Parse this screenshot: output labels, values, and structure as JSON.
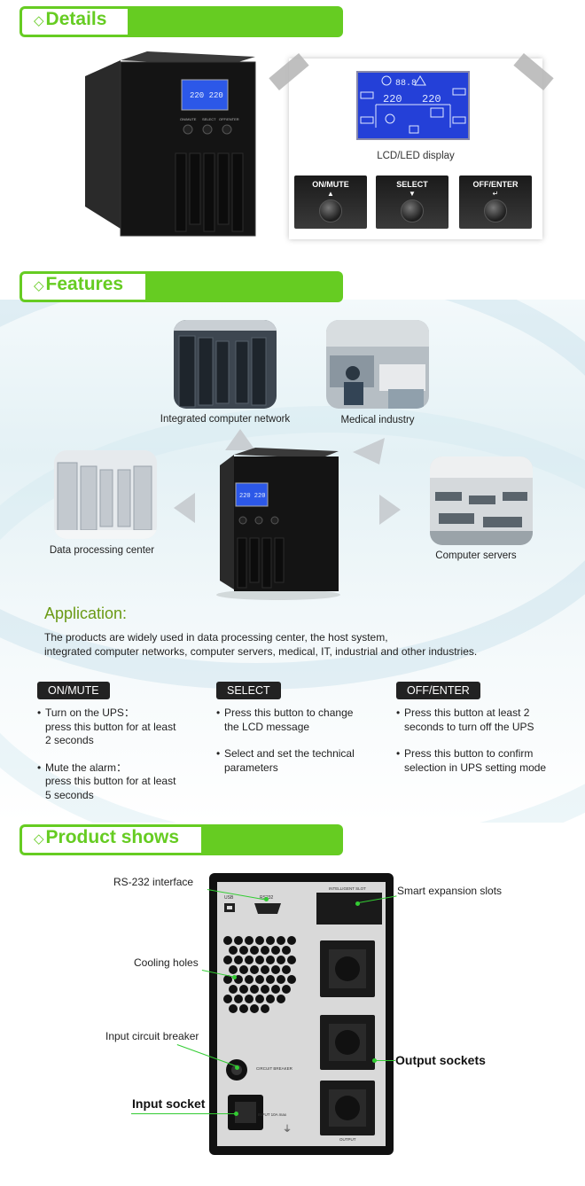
{
  "sections": {
    "details": "Details",
    "features": "Features",
    "product_shows": "Product shows"
  },
  "details": {
    "lcd_caption": "LCD/LED display",
    "buttons": [
      {
        "label": "ON/MUTE",
        "arrow": "▲"
      },
      {
        "label": "SELECT",
        "arrow": "▼"
      },
      {
        "label": "OFF/ENTER",
        "arrow": "↵"
      }
    ],
    "lcd_readout": {
      "left": "220",
      "right": "220",
      "top": "88.8"
    },
    "front_labels": [
      "ON/MUTE",
      "SELECT",
      "OFF/ENTER"
    ]
  },
  "features": {
    "photos": [
      {
        "caption": "Integrated computer network"
      },
      {
        "caption": "Medical industry"
      },
      {
        "caption": "Data processing center"
      },
      {
        "caption": "Computer servers"
      }
    ],
    "application_title": "Application:",
    "application_lines": [
      "The products are widely used in data processing center, the host system,",
      "integrated computer networks, computer servers, medical, IT, industrial and other industries."
    ],
    "functions": [
      {
        "title": "ON/MUTE",
        "items": [
          [
            "Turn on the UPS：",
            "press this button for at least",
            "2 seconds"
          ],
          [
            "Mute the alarm：",
            "press this button for at least",
            "5 seconds"
          ]
        ]
      },
      {
        "title": "SELECT",
        "items": [
          [
            "Press this button to change",
            "the LCD message"
          ],
          [
            "Select and set the technical",
            "parameters"
          ]
        ]
      },
      {
        "title": "OFF/ENTER",
        "items": [
          [
            "Press this button at least 2",
            "seconds to turn off the UPS"
          ],
          [
            "Press this button to confirm",
            "selection in UPS setting mode"
          ]
        ]
      }
    ]
  },
  "product_shows": {
    "callouts": {
      "rs232": "RS-232 interface",
      "expansion": "Smart expansion slots",
      "cooling": "Cooling holes",
      "breaker": "Input circuit breaker",
      "output": "Output sockets",
      "input": "Input socket"
    },
    "panel_labels": {
      "usb": "USB",
      "rs232": "RS232",
      "slot": "INTELLIGENT SLOT",
      "breaker": "CIRCUIT BREAKER",
      "input": "INPUT 10A max",
      "output": "OUTPUT"
    }
  },
  "colors": {
    "accent_green": "#66cc22",
    "lcd_blue": "#2440d8",
    "lead_green": "#33cc33"
  }
}
